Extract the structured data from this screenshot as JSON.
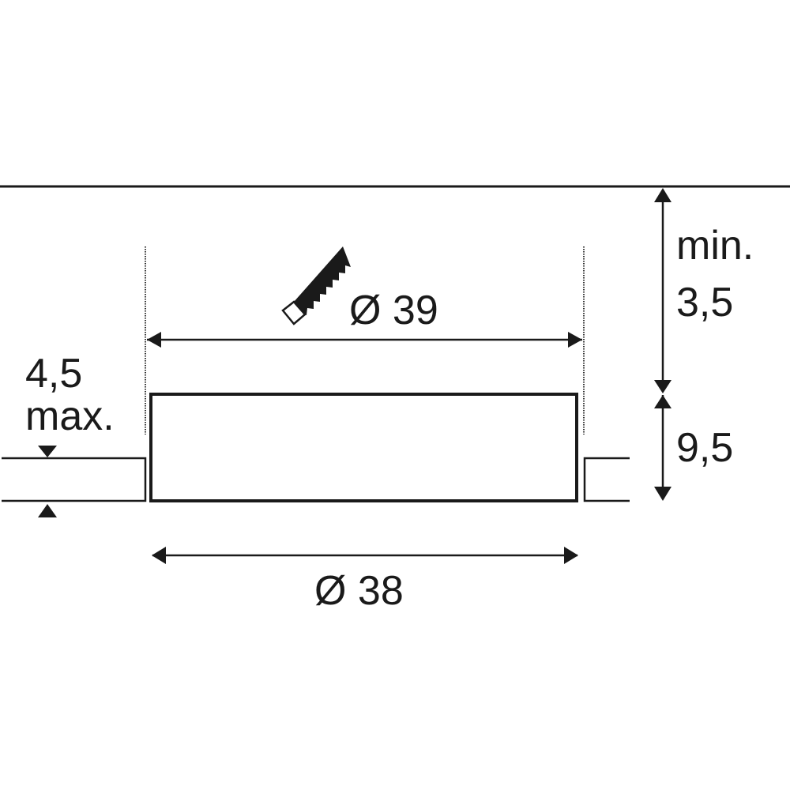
{
  "diagram": {
    "type": "technical-dimension-drawing",
    "subject": "recessed downlight installation cutout",
    "colors": {
      "line": "#1a1a1a",
      "background": "#ffffff"
    },
    "icons": {
      "cutout-tool": "saw-icon"
    },
    "dimensions": {
      "cutout_diameter": {
        "symbol": "Ø",
        "value": "39",
        "label": "Ø 39"
      },
      "body_diameter": {
        "symbol": "Ø",
        "value": "38",
        "label": "Ø 38"
      },
      "ceiling_clearance": {
        "qualifier": "min.",
        "value": "3,5"
      },
      "body_height": {
        "value": "9,5"
      },
      "panel_thickness": {
        "value": "4,5",
        "qualifier": "max."
      }
    }
  }
}
